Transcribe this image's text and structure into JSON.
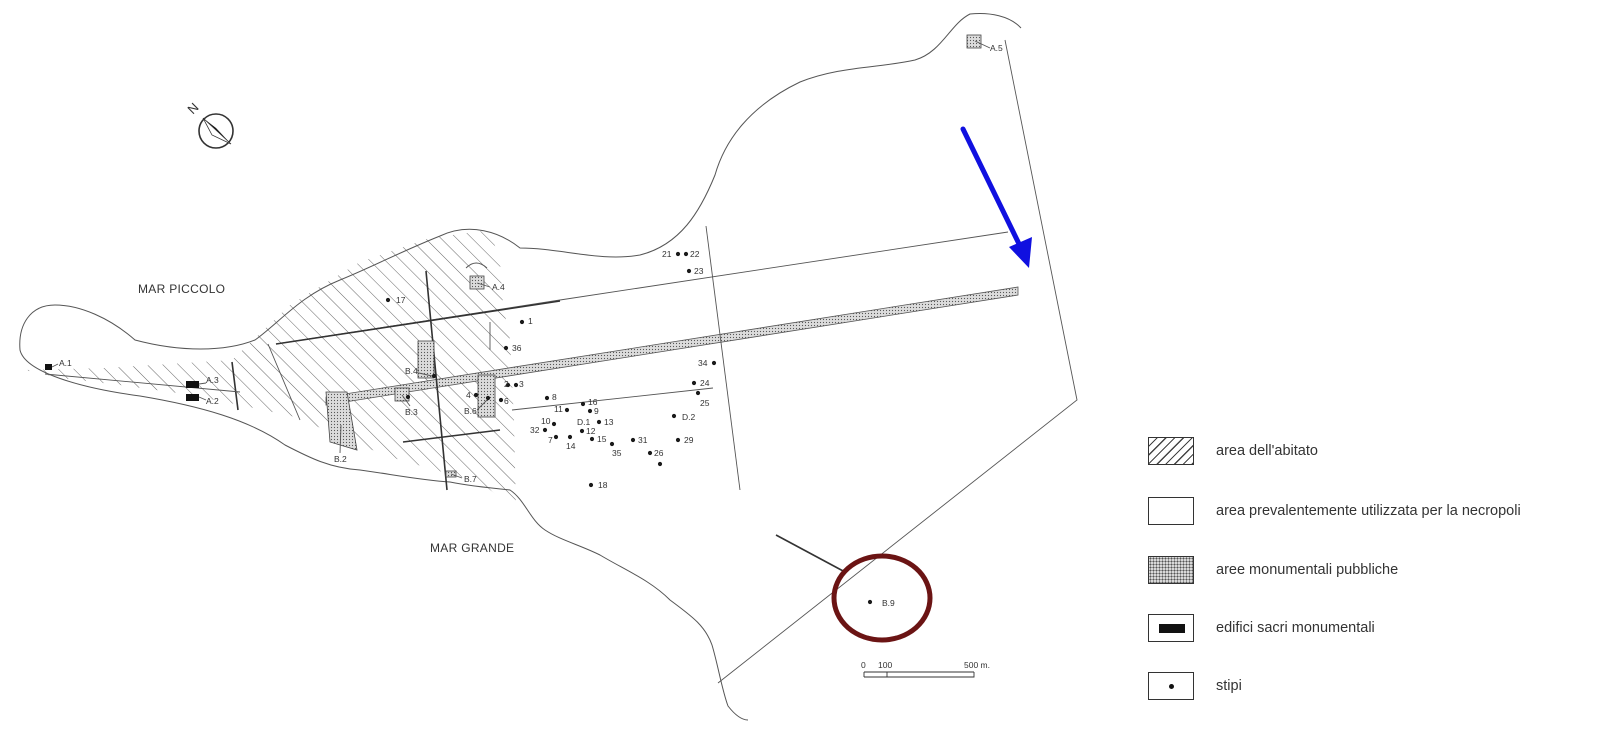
{
  "places": {
    "mar_piccolo": "MAR PICCOLO",
    "mar_grande": "MAR GRANDE"
  },
  "compass_letter": "N",
  "scale": {
    "zero": "0",
    "hundred": "100",
    "end": "500 m."
  },
  "sites": {
    "a1": "A.1",
    "a2": "A.2",
    "a3": "A.3",
    "a4": "A.4",
    "a5": "A.5",
    "b2": "B.2",
    "b3": "B.3",
    "b4": "B.4",
    "b6": "B.6",
    "b7": "B.7",
    "b9": "B.9",
    "d1": "D.1",
    "d2": "D.2"
  },
  "stipi": {
    "s1": "1",
    "s2": "2",
    "s3": "3",
    "s4": "4",
    "s6": "6",
    "s7": "7",
    "s8": "8",
    "s9": "9",
    "s10": "10",
    "s11": "11",
    "s12": "12",
    "s13": "13",
    "s14": "14",
    "s15": "15",
    "s16": "16",
    "s17": "17",
    "s18": "18",
    "s21": "21",
    "s22": "22",
    "s23": "23",
    "s24": "24",
    "s25": "25",
    "s26": "26",
    "s29": "29",
    "s31": "31",
    "s32": "32",
    "s34": "34",
    "s35": "35",
    "s36": "36"
  },
  "annotation_colors": {
    "arrow": "#1010e0",
    "circle": "#6b1414"
  },
  "legend": [
    {
      "swatch": "hatched",
      "label": "area dell'abitato"
    },
    {
      "swatch": "empty",
      "label": "area prevalentemente utilizzata per la necropoli"
    },
    {
      "swatch": "dotted",
      "label": "aree monumentali pubbliche"
    },
    {
      "swatch": "black-bar",
      "label": "edifici sacri monumentali"
    },
    {
      "swatch": "dot",
      "label": "stipi"
    }
  ]
}
